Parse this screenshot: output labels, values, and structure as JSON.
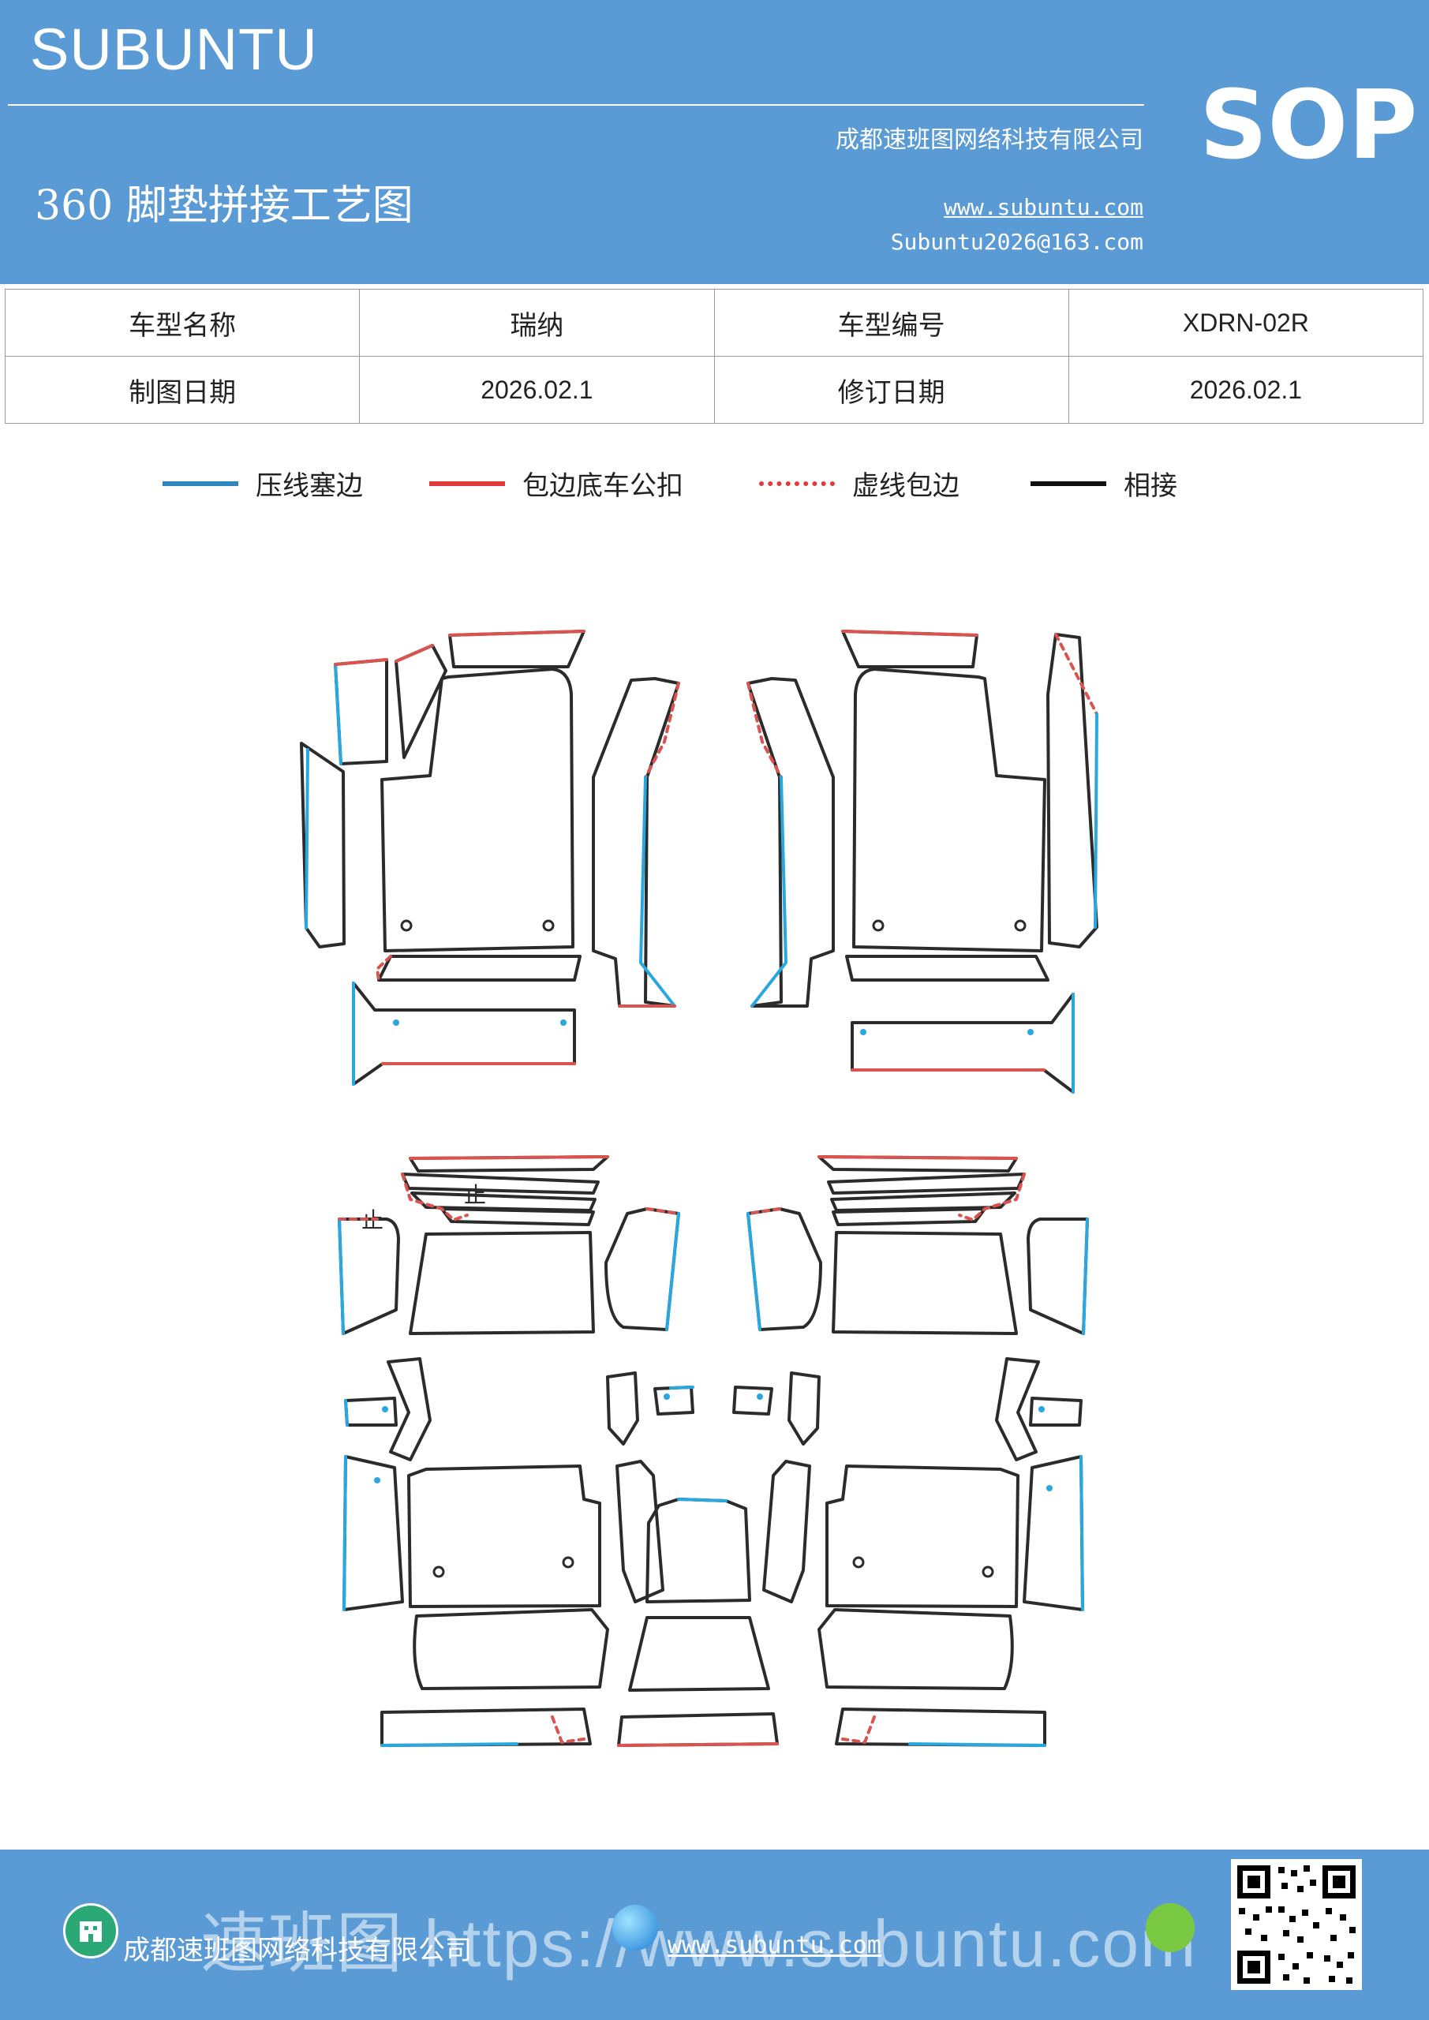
{
  "header": {
    "brand": "SUBUNTU",
    "badge": "SOP",
    "title": "360 脚垫拼接工艺图",
    "company": "成都速班图网络科技有限公司",
    "website": "www.subuntu.com",
    "email": "Subuntu2026@163.com"
  },
  "info": {
    "model_name_label": "车型名称",
    "model_name": "瑞纳",
    "model_code_label": "车型编号",
    "model_code": "XDRN-02R",
    "drawing_date_label": "制图日期",
    "drawing_date": "2026.02.1",
    "revision_date_label": "修订日期",
    "revision_date": "2026.02.1"
  },
  "legend": [
    {
      "label": "压线塞边",
      "color": "#2e86c1",
      "style": "solid"
    },
    {
      "label": "包边底车公扣",
      "color": "#e03a3a",
      "style": "solid"
    },
    {
      "label": "虚线包边",
      "color": "#e03a3a",
      "style": "dotted"
    },
    {
      "label": "相接",
      "color": "#111111",
      "style": "solid"
    }
  ],
  "colors": {
    "header_bg": "#5b9bd5",
    "press_edge": "#29a8e0",
    "bound_edge": "#d9534f",
    "joint": "#2b2b2b"
  },
  "footer": {
    "company": "成都速班图网络科技有限公司",
    "overlay_text": "速班图 https://www.subuntu.com",
    "website": "www.subuntu.com",
    "icons": [
      "building-icon",
      "globe-icon",
      "wechat-icon",
      "qr-code"
    ]
  }
}
